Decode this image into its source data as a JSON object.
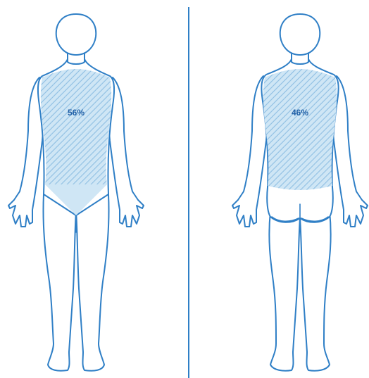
{
  "figures": [
    {
      "view": "front",
      "percent_label": "56%"
    },
    {
      "view": "back",
      "percent_label": "46%"
    }
  ],
  "colors": {
    "outline": "#2f7fc6",
    "shade": "#cfe6f5",
    "hatch": "#8fbfe3",
    "divider": "#2f7fc6",
    "label": "#1f5fa6"
  }
}
